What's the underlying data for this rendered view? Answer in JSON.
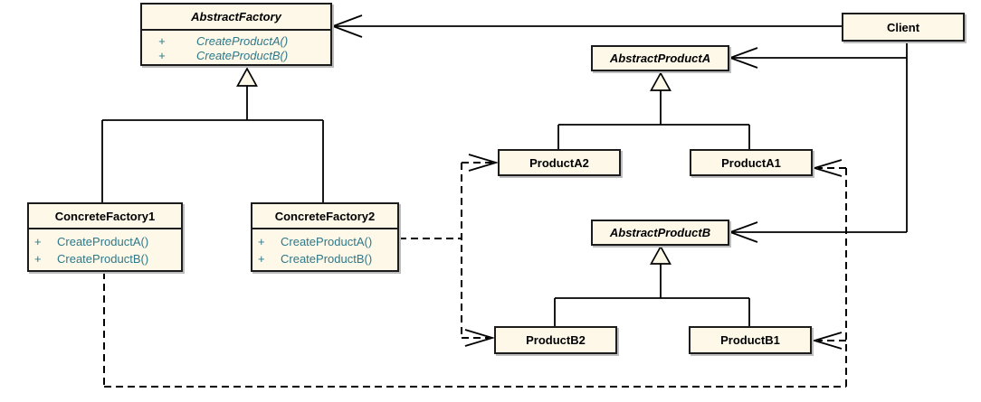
{
  "colors": {
    "canvas_bg": "#ffffff",
    "box_fill": "#FDF8E8",
    "box_border": "#1c1c1c",
    "box_shadow": "#bdbdbd",
    "title_text": "#000000",
    "method_text": "#2E7889",
    "line": "#000000"
  },
  "nodes": {
    "abstract_factory": {
      "title": "AbstractFactory",
      "abstract": true,
      "methods": [
        {
          "vis": "+",
          "sig": "CreateProductA()"
        },
        {
          "vis": "+",
          "sig": "CreateProductB()"
        }
      ]
    },
    "concrete_factory1": {
      "title": "ConcreteFactory1",
      "abstract": false,
      "methods": [
        {
          "vis": "+",
          "sig": "CreateProductA()"
        },
        {
          "vis": "+",
          "sig": "CreateProductB()"
        }
      ]
    },
    "concrete_factory2": {
      "title": "ConcreteFactory2",
      "abstract": false,
      "methods": [
        {
          "vis": "+",
          "sig": "CreateProductA()"
        },
        {
          "vis": "+",
          "sig": "CreateProductB()"
        }
      ]
    },
    "client": {
      "title": "Client",
      "abstract": false
    },
    "abstract_product_a": {
      "title": "AbstractProductA",
      "abstract": true
    },
    "product_a2": {
      "title": "ProductA2",
      "abstract": false
    },
    "product_a1": {
      "title": "ProductA1",
      "abstract": false
    },
    "abstract_product_b": {
      "title": "AbstractProductB",
      "abstract": true
    },
    "product_b2": {
      "title": "ProductB2",
      "abstract": false
    },
    "product_b1": {
      "title": "ProductB1",
      "abstract": false
    }
  },
  "edges": [
    {
      "type": "generalization",
      "from": "ConcreteFactory1",
      "to": "AbstractFactory"
    },
    {
      "type": "generalization",
      "from": "ConcreteFactory2",
      "to": "AbstractFactory"
    },
    {
      "type": "generalization",
      "from": "ProductA2",
      "to": "AbstractProductA"
    },
    {
      "type": "generalization",
      "from": "ProductA1",
      "to": "AbstractProductA"
    },
    {
      "type": "generalization",
      "from": "ProductB2",
      "to": "AbstractProductB"
    },
    {
      "type": "generalization",
      "from": "ProductB1",
      "to": "AbstractProductB"
    },
    {
      "type": "association",
      "from": "Client",
      "to": "AbstractFactory",
      "style": "solid",
      "arrow": "open"
    },
    {
      "type": "association",
      "from": "Client",
      "to": "AbstractProductA",
      "style": "solid",
      "arrow": "open"
    },
    {
      "type": "association",
      "from": "Client",
      "to": "AbstractProductB",
      "style": "solid",
      "arrow": "open"
    },
    {
      "type": "dependency",
      "from": "ConcreteFactory2",
      "to": "ProductA2",
      "style": "dashed",
      "arrow": "open"
    },
    {
      "type": "dependency",
      "from": "ConcreteFactory2",
      "to": "ProductB2",
      "style": "dashed",
      "arrow": "open"
    },
    {
      "type": "dependency",
      "from": "ConcreteFactory1",
      "to": "ProductA1",
      "style": "dashed",
      "arrow": "open"
    },
    {
      "type": "dependency",
      "from": "ConcreteFactory1",
      "to": "ProductB1",
      "style": "dashed",
      "arrow": "open"
    }
  ]
}
